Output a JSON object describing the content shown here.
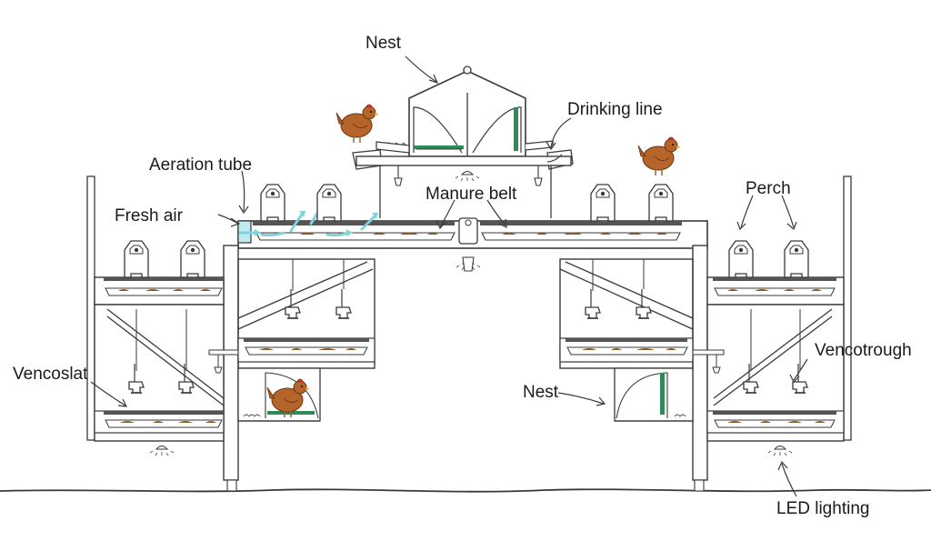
{
  "labels": {
    "nest_top": "Nest",
    "drinking_line": "Drinking line",
    "aeration_tube": "Aeration tube",
    "manure_belt": "Manure belt",
    "fresh_air": "Fresh air",
    "perch": "Perch",
    "vencotrough": "Vencotrough",
    "vencoslat": "Vencoslat",
    "nest_bottom": "Nest",
    "led_lighting": "LED lighting"
  },
  "colors": {
    "line": "#3a3a3a",
    "manure": "#8b5a2b",
    "hen": "#b5652a",
    "comb": "#d23a2a",
    "air": "#7fd3dd",
    "nest_strip": "#2e8b57",
    "belt": "#444444"
  }
}
